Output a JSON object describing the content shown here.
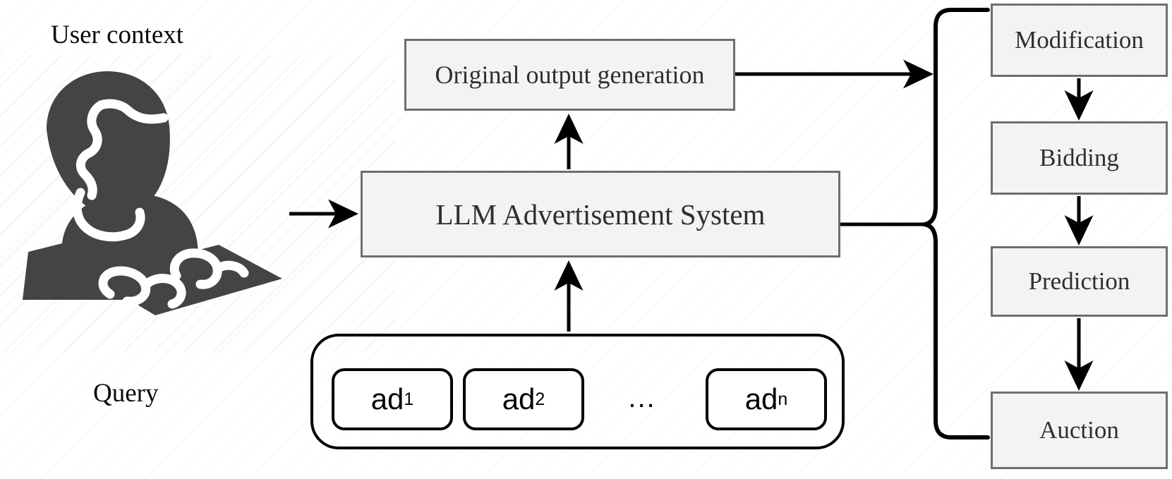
{
  "diagram": {
    "title": "LLM Advertisement System pipeline",
    "type": "flow-diagram",
    "colors": {
      "box_fill": "#f3f3f3",
      "box_border": "#6e6e6e",
      "arrow": "#000000",
      "icon": "#444444",
      "background": "#ffffff",
      "ad_border": "#000000"
    }
  },
  "left": {
    "user_context_label": "User context",
    "query_label": "Query",
    "icon_name": "user-at-laptop-icon"
  },
  "center": {
    "original_output_box": "Original output generation",
    "llm_box": "LLM Advertisement System"
  },
  "ads": {
    "items": [
      {
        "base": "ad",
        "sub": "1"
      },
      {
        "base": "ad",
        "sub": "2"
      },
      {
        "base": "ad",
        "sub": "n"
      }
    ],
    "ellipsis": "..."
  },
  "pipeline": {
    "steps": [
      {
        "label": "Modification"
      },
      {
        "label": "Bidding"
      },
      {
        "label": "Prediction"
      },
      {
        "label": "Auction"
      }
    ]
  },
  "connectors": [
    {
      "name": "query-to-llm",
      "from": "user",
      "to": "llm-box",
      "style": "arrow-right"
    },
    {
      "name": "llm-to-original-output",
      "from": "llm-box",
      "to": "original-output-box",
      "style": "arrow-up"
    },
    {
      "name": "ads-to-llm",
      "from": "ads-container",
      "to": "llm-box",
      "style": "arrow-up"
    },
    {
      "name": "original-output-to-brace",
      "from": "original-output-box",
      "to": "pipeline-brace",
      "style": "arrow-right"
    },
    {
      "name": "llm-to-brace",
      "from": "llm-box",
      "to": "pipeline-brace",
      "style": "line-right"
    },
    {
      "name": "modification-to-bidding",
      "from": "modification",
      "to": "bidding",
      "style": "arrow-down"
    },
    {
      "name": "bidding-to-prediction",
      "from": "bidding",
      "to": "prediction",
      "style": "arrow-down"
    },
    {
      "name": "prediction-to-auction",
      "from": "prediction",
      "to": "auction",
      "style": "arrow-down"
    }
  ]
}
